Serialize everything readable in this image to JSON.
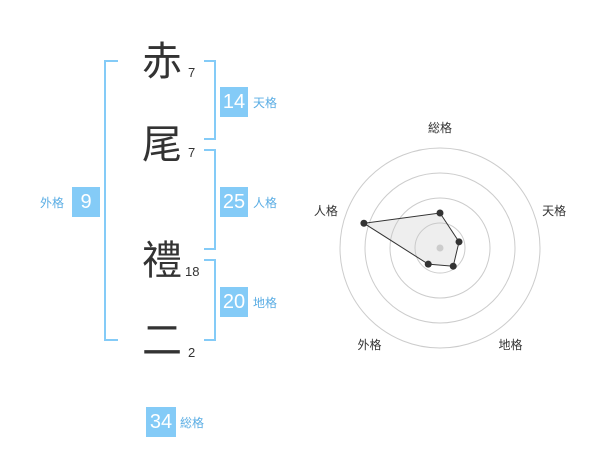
{
  "name": {
    "chars": [
      {
        "char": "赤",
        "strokes": "7"
      },
      {
        "char": "尾",
        "strokes": "7"
      },
      {
        "char": "禮",
        "strokes": "18"
      },
      {
        "char": "二",
        "strokes": "2"
      }
    ]
  },
  "grades": {
    "tenkaku": {
      "value": "14",
      "label": "天格"
    },
    "jinkaku": {
      "value": "25",
      "label": "人格"
    },
    "chikaku": {
      "value": "20",
      "label": "地格"
    },
    "gaikaku": {
      "value": "9",
      "label": "外格"
    },
    "soukaku": {
      "value": "34",
      "label": "総格"
    }
  },
  "colors": {
    "accent": "#84cbf7",
    "accent_text": "#5aade4",
    "text": "#333333",
    "grid": "#cccccc"
  },
  "chart_data": {
    "type": "radar",
    "axes": [
      "総格",
      "天格",
      "地格",
      "外格",
      "人格"
    ],
    "max": 4,
    "rings": 4,
    "values": [
      1.4,
      0.8,
      0.9,
      0.8,
      3.2
    ]
  }
}
